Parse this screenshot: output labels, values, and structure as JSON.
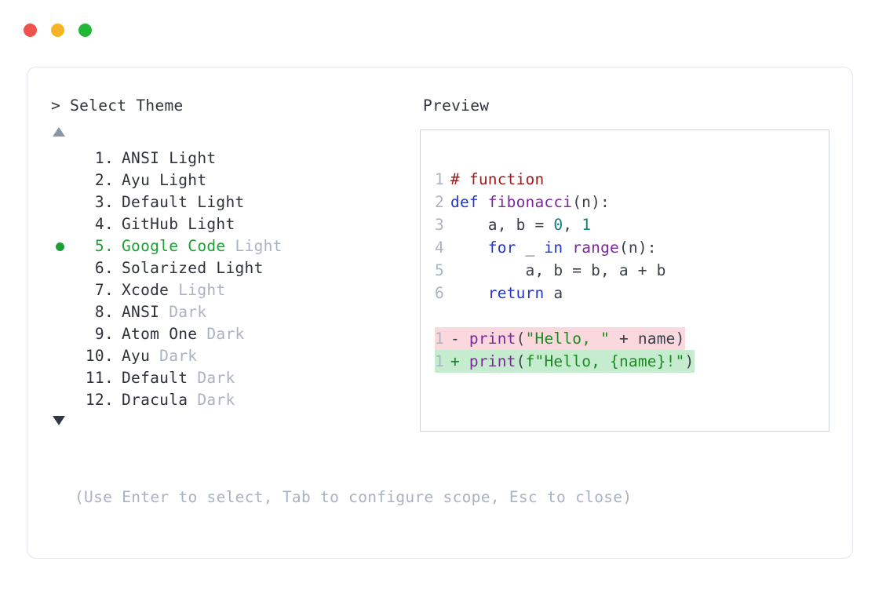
{
  "window": {
    "controls": [
      {
        "name": "close",
        "color": "#f0534d"
      },
      {
        "name": "minimize",
        "color": "#f5b325"
      },
      {
        "name": "maximize",
        "color": "#22b736"
      }
    ]
  },
  "prompt": {
    "caret": ">",
    "title": "Select Theme"
  },
  "scroll": {
    "up_icon": "▲",
    "down_icon": "▼",
    "up_color": "#8d95a9",
    "down_color": "#333840"
  },
  "selection": {
    "selected_index": 5,
    "bullet_icon": "●",
    "accent_color": "#1ba035"
  },
  "theme_list": [
    {
      "number": "1.",
      "name": "ANSI",
      "variant": " Light",
      "variant_muted": false,
      "selected": false
    },
    {
      "number": "2.",
      "name": "Ayu",
      "variant": " Light",
      "variant_muted": false,
      "selected": false
    },
    {
      "number": "3.",
      "name": "Default",
      "variant": " Light",
      "variant_muted": false,
      "selected": false
    },
    {
      "number": "4.",
      "name": "GitHub",
      "variant": " Light",
      "variant_muted": false,
      "selected": false
    },
    {
      "number": "5.",
      "name": "Google Code",
      "variant": " Light",
      "variant_muted": true,
      "selected": true
    },
    {
      "number": "6.",
      "name": "Solarized",
      "variant": " Light",
      "variant_muted": false,
      "selected": false
    },
    {
      "number": "7.",
      "name": "Xcode",
      "variant": " Light",
      "variant_muted": true,
      "selected": false
    },
    {
      "number": "8.",
      "name": "ANSI",
      "variant": " Dark",
      "variant_muted": true,
      "selected": false
    },
    {
      "number": "9.",
      "name": "Atom One",
      "variant": " Dark",
      "variant_muted": true,
      "selected": false
    },
    {
      "number": "10.",
      "name": "Ayu",
      "variant": " Dark",
      "variant_muted": true,
      "selected": false
    },
    {
      "number": "11.",
      "name": "Default",
      "variant": " Dark",
      "variant_muted": true,
      "selected": false
    },
    {
      "number": "12.",
      "name": "Dracula",
      "variant": " Dark",
      "variant_muted": true,
      "selected": false
    }
  ],
  "hint": "(Use Enter to select, Tab to configure scope, Esc to close)",
  "preview": {
    "label": "Preview",
    "border_color": "#ccd2de",
    "language": "python",
    "code_lines": [
      {
        "number": "1",
        "tokens": [
          {
            "text": "# function",
            "type": "comment"
          }
        ]
      },
      {
        "number": "2",
        "tokens": [
          {
            "text": "def ",
            "type": "kw"
          },
          {
            "text": "fibonacci",
            "type": "fn"
          },
          {
            "text": "(n):",
            "type": "punc"
          }
        ]
      },
      {
        "number": "3",
        "tokens": [
          {
            "text": "    a, b = ",
            "type": "plain"
          },
          {
            "text": "0",
            "type": "num"
          },
          {
            "text": ", ",
            "type": "plain"
          },
          {
            "text": "1",
            "type": "num"
          }
        ]
      },
      {
        "number": "4",
        "tokens": [
          {
            "text": "    ",
            "type": "plain"
          },
          {
            "text": "for",
            "type": "kw"
          },
          {
            "text": " _ ",
            "type": "plain"
          },
          {
            "text": "in",
            "type": "kw"
          },
          {
            "text": " ",
            "type": "plain"
          },
          {
            "text": "range",
            "type": "fn"
          },
          {
            "text": "(n):",
            "type": "punc"
          }
        ]
      },
      {
        "number": "5",
        "tokens": [
          {
            "text": "        a, b = b, a + b",
            "type": "plain"
          }
        ]
      },
      {
        "number": "6",
        "tokens": [
          {
            "text": "    ",
            "type": "plain"
          },
          {
            "text": "return",
            "type": "kw"
          },
          {
            "text": " a",
            "type": "plain"
          }
        ]
      }
    ],
    "diff_lines": [
      {
        "number": "1",
        "sign": "-",
        "kind": "removed",
        "bg": "#fbd8dd",
        "tokens": [
          {
            "text": "print",
            "type": "fn"
          },
          {
            "text": "(",
            "type": "punc"
          },
          {
            "text": "\"Hello, \"",
            "type": "str"
          },
          {
            "text": " + name)",
            "type": "plain"
          }
        ]
      },
      {
        "number": "1",
        "sign": "+",
        "kind": "added",
        "bg": "#c6ecd0",
        "tokens": [
          {
            "text": "print",
            "type": "fn"
          },
          {
            "text": "(",
            "type": "punc"
          },
          {
            "text": "f\"Hello, {name}!\"",
            "type": "str"
          },
          {
            "text": ")",
            "type": "punc"
          }
        ]
      }
    ]
  }
}
